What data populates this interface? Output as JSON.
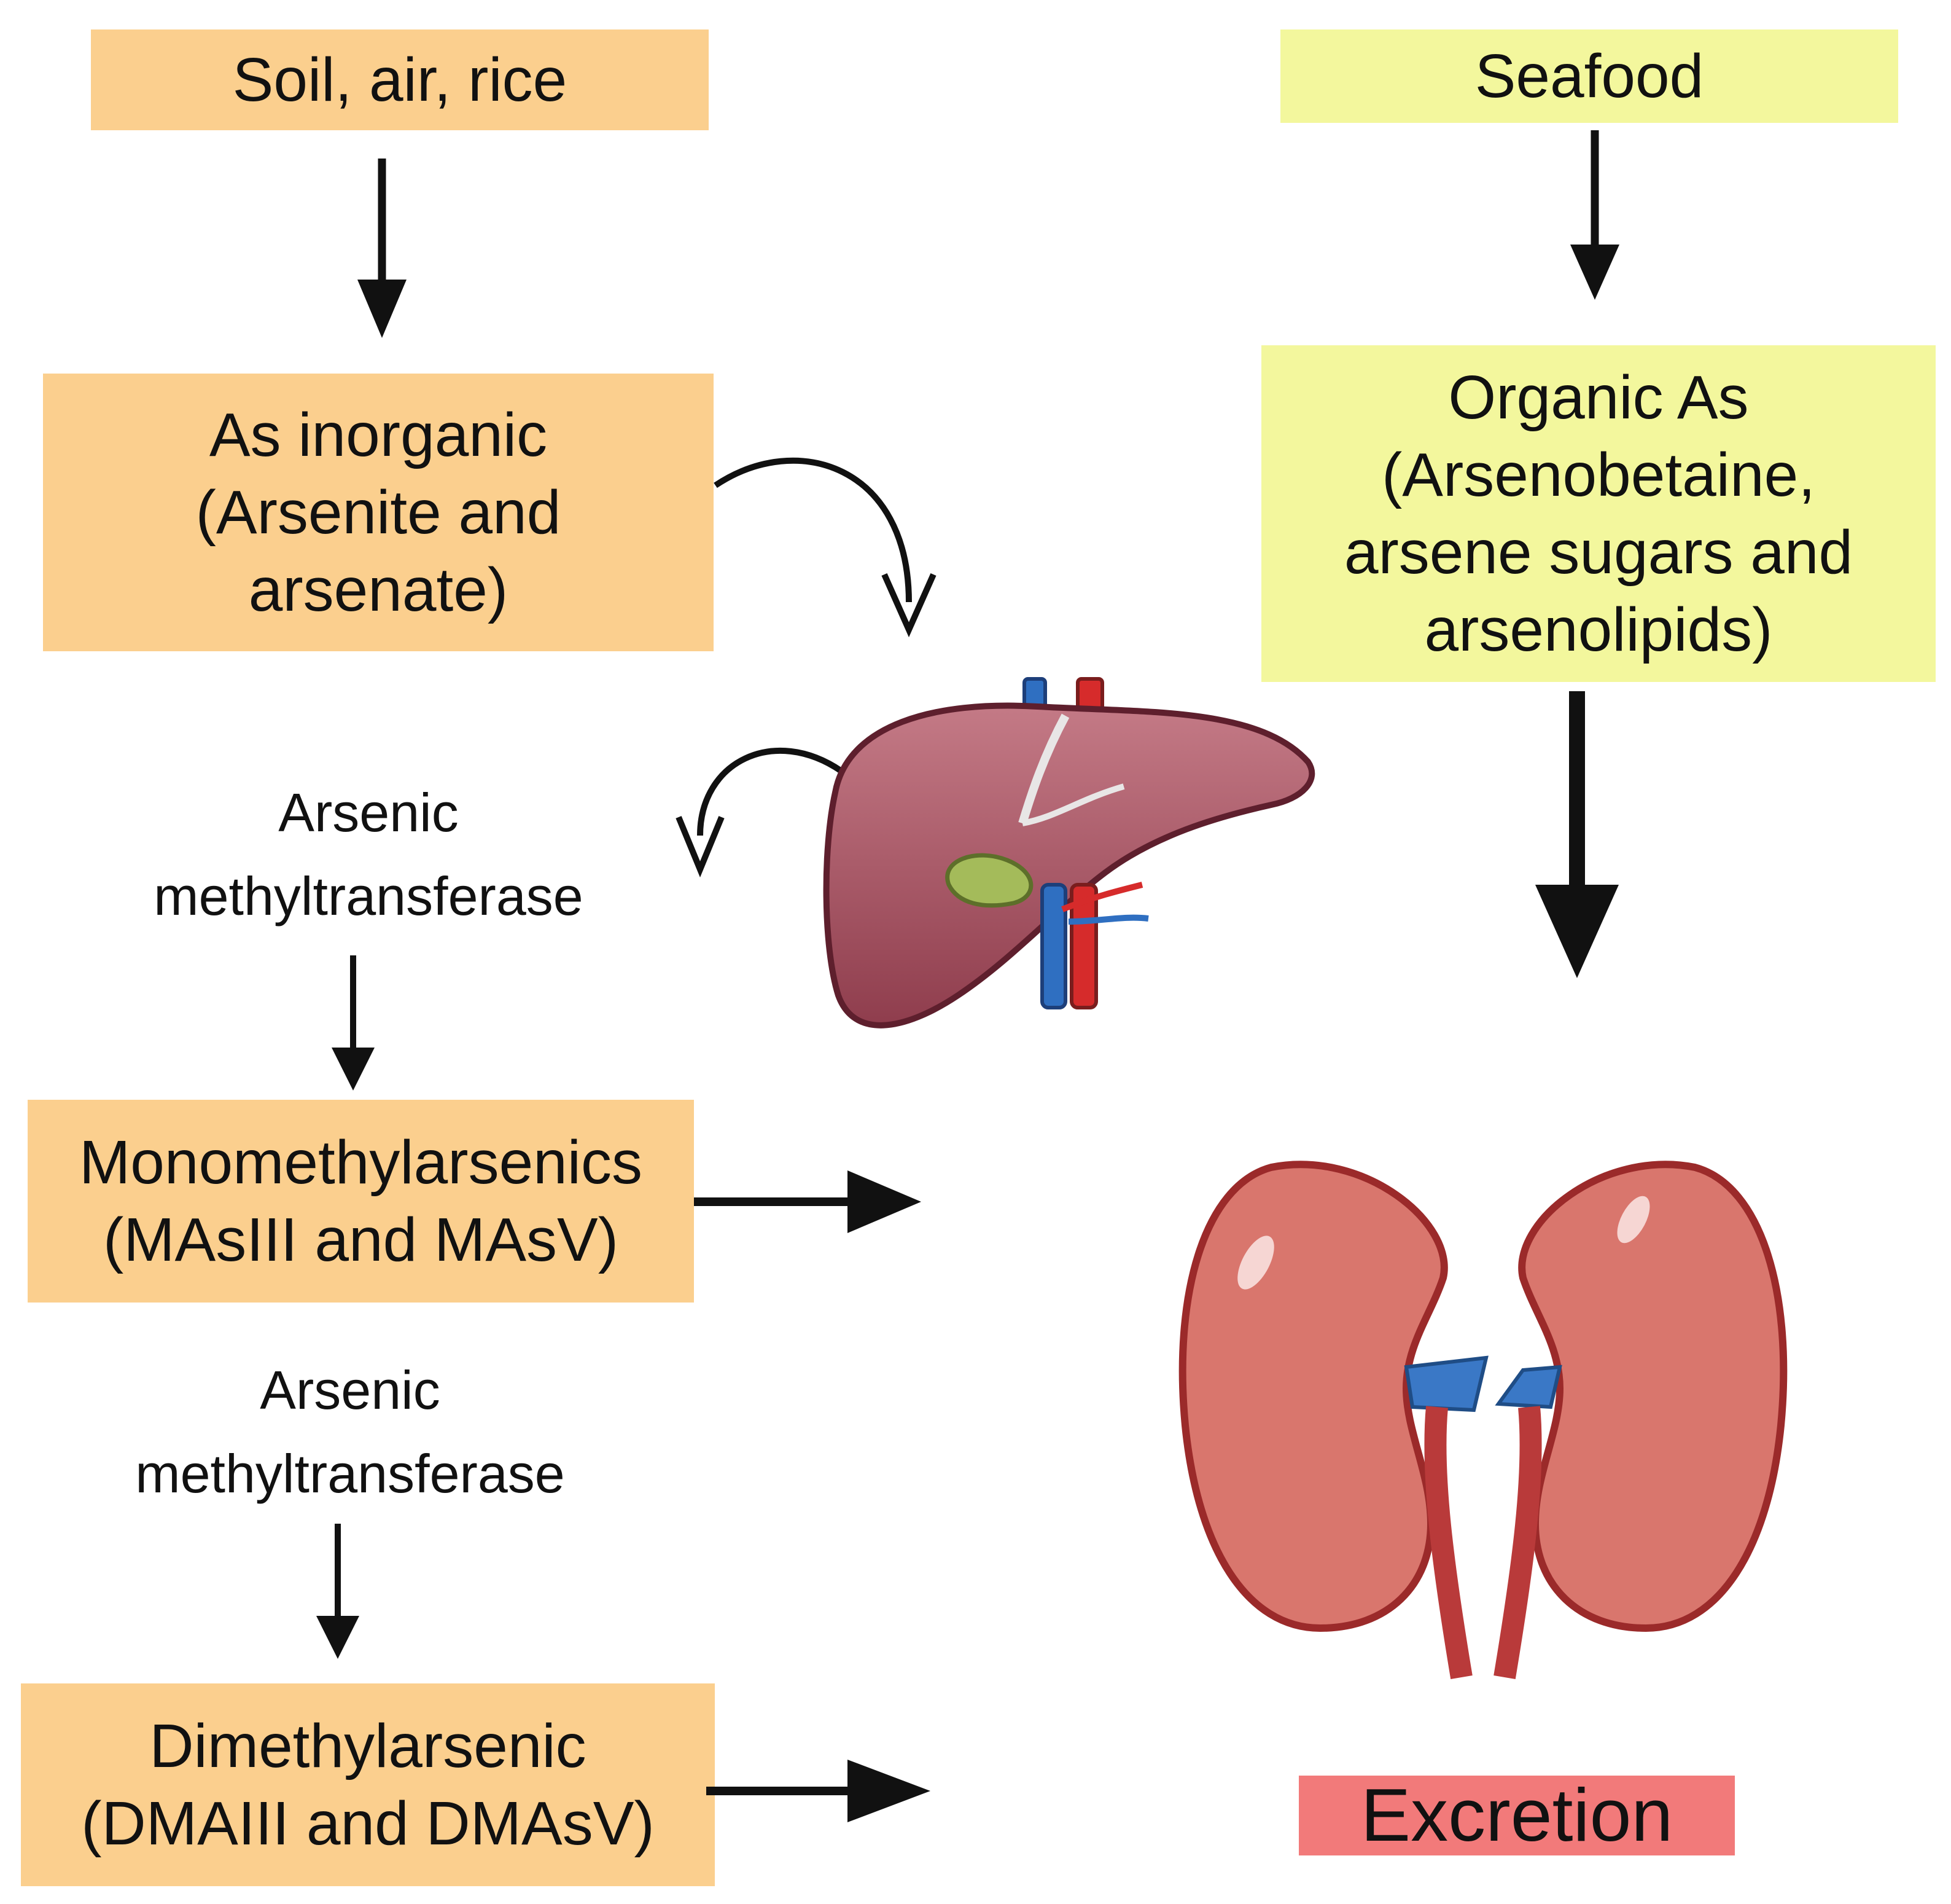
{
  "sources": {
    "left": "Soil, air, rice",
    "right": "Seafood"
  },
  "inorganic": [
    "As inorganic",
    "(Arsenite and",
    "arsenate)"
  ],
  "organic": [
    "Organic As",
    "(Arsenobetaine,",
    "arsene sugars and",
    "arsenolipids)"
  ],
  "enzyme1": [
    "Arsenic",
    "methyltransferase"
  ],
  "mono": [
    "Monomethylarsenics",
    "(MAsIII and MAsV)"
  ],
  "enzyme2": [
    "Arsenic",
    "methyltransferase"
  ],
  "dimethyl": [
    "Dimethylarsenic",
    "(DMAIII and DMAsV)"
  ],
  "excretion": "Excretion",
  "colors": {
    "orange_box": "#fbcf8e",
    "yellow_box": "#f3f79d",
    "excretion_box": "#f27a7a",
    "liver": "#a35262",
    "kidney": "#d9766d"
  }
}
